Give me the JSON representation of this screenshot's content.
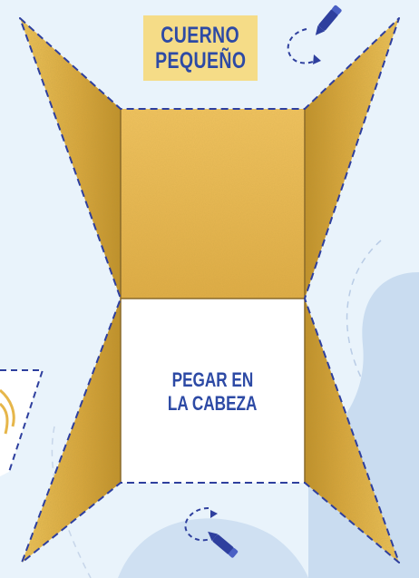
{
  "title": {
    "line1": "CUERNO",
    "line2": "PEQUEÑO"
  },
  "glue_label": {
    "line1": "PEGAR EN",
    "line2": "LA CABEZA"
  },
  "colors": {
    "background": "#e9f3fb",
    "gold": "#e6b64a",
    "gold_dark": "#c89a2e",
    "cut_line": "#2e3f9e",
    "text": "#2d4aa5",
    "title_bg": "#f5dc87",
    "blob": "#c9dcf0"
  },
  "icons": [
    "fold-marker-icon-top",
    "fold-marker-icon-bottom"
  ]
}
